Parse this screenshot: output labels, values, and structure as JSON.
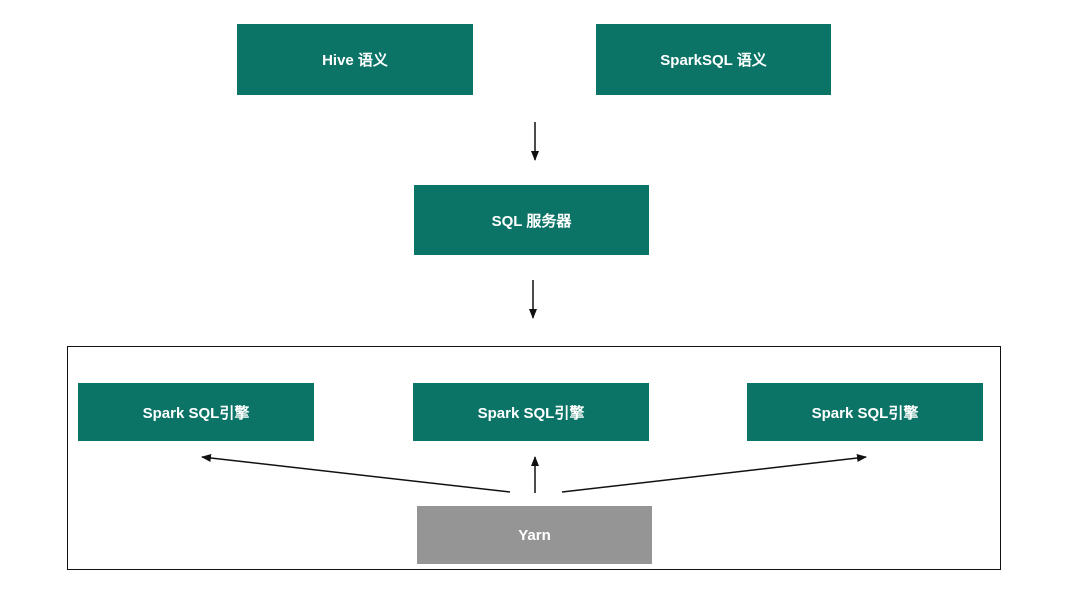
{
  "semantics": {
    "hive_label": "Hive 语义",
    "sparksql_label": "SparkSQL 语义"
  },
  "server": {
    "label": "SQL 服务器"
  },
  "engines": [
    {
      "label": "Spark SQL引擎"
    },
    {
      "label": "Spark SQL引擎"
    },
    {
      "label": "Spark SQL引擎"
    }
  ],
  "yarn": {
    "label": "Yarn"
  },
  "colors": {
    "box_fill": "#0b7467",
    "yarn_fill": "#959595",
    "text": "#ffffff",
    "line": "#111111"
  }
}
